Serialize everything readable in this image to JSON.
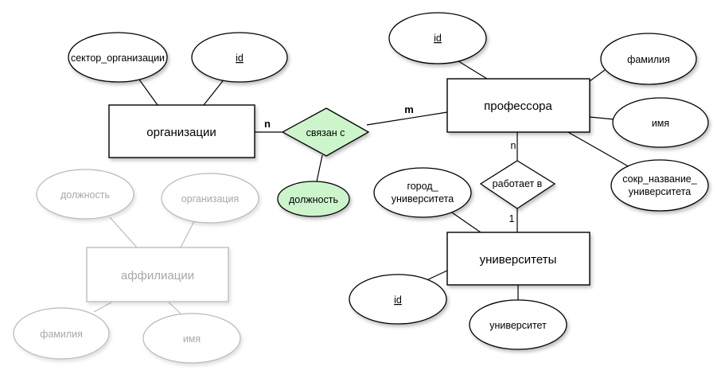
{
  "diagram": {
    "entities": {
      "organizations": "организации",
      "professors": "профессора",
      "universities": "университеты",
      "affiliations": "аффилиации"
    },
    "relationships": {
      "linked_with": "связан с",
      "works_at": "работает в"
    },
    "attributes": {
      "org_sector": "сектор_организации",
      "org_id": "id",
      "prof_id": "id",
      "prof_surname": "фамилия",
      "prof_name": "имя",
      "prof_univ_short_1": "сокр_название_",
      "prof_univ_short_2": "университета",
      "univ_city_1": "город_",
      "univ_city_2": "университета",
      "univ_id": "id",
      "univ_name": "университет",
      "rel_position": "должность",
      "aff_position": "должность",
      "aff_organization": "организация",
      "aff_surname": "фамилия",
      "aff_name": "имя"
    },
    "cardinality": {
      "org_rel": "n",
      "prof_rel": "m",
      "prof_works": "n",
      "univ_works": "1"
    },
    "colors": {
      "relationship_fill": "#ccf5cc",
      "faded_stroke": "#b8b8b8",
      "stroke": "#000000"
    }
  }
}
